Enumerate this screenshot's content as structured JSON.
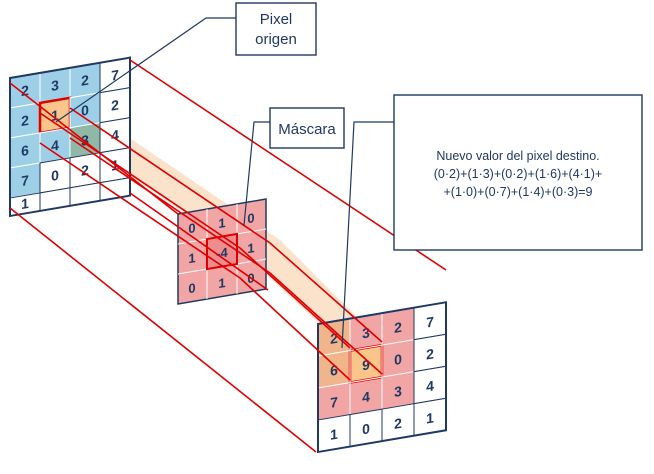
{
  "labels": {
    "pixel_origen_1": "Pixel",
    "pixel_origen_2": "origen",
    "mascara": "Máscara",
    "formula_1": "Nuevo valor del pixel destino.",
    "formula_2": "(0·2)+(1·3)+(0·2)+(1·6)+(4·1)+",
    "formula_3": "+(1·0)+(0·7)+(1·4)+(0·3)=9"
  },
  "source_grid": [
    [
      "2",
      "3",
      "2",
      "7"
    ],
    [
      "2",
      "1",
      "0",
      "2"
    ],
    [
      "6",
      "4",
      "3",
      "4"
    ],
    [
      "7",
      "0",
      "2",
      "1"
    ],
    [
      "1",
      "",
      "",
      ""
    ]
  ],
  "mask_grid": [
    [
      "0",
      "1",
      "0"
    ],
    [
      "1",
      "-4",
      "1"
    ],
    [
      "0",
      "1",
      "0"
    ]
  ],
  "dest_grid": [
    [
      "2",
      "3",
      "2",
      "7"
    ],
    [
      "6",
      "9",
      "0",
      "2"
    ],
    [
      "7",
      "4",
      "3",
      "4"
    ],
    [
      "1",
      "0",
      "2",
      "1"
    ]
  ],
  "colors": {
    "grid_border": "#1f3864",
    "highlight_red": "#e00000",
    "cell_blue": "#9dd0e6",
    "cell_teal": "#8fb9a6",
    "cell_orange": "#f9c58a",
    "cell_pink": "#f2a5a5",
    "beam": "#f7caa0"
  }
}
